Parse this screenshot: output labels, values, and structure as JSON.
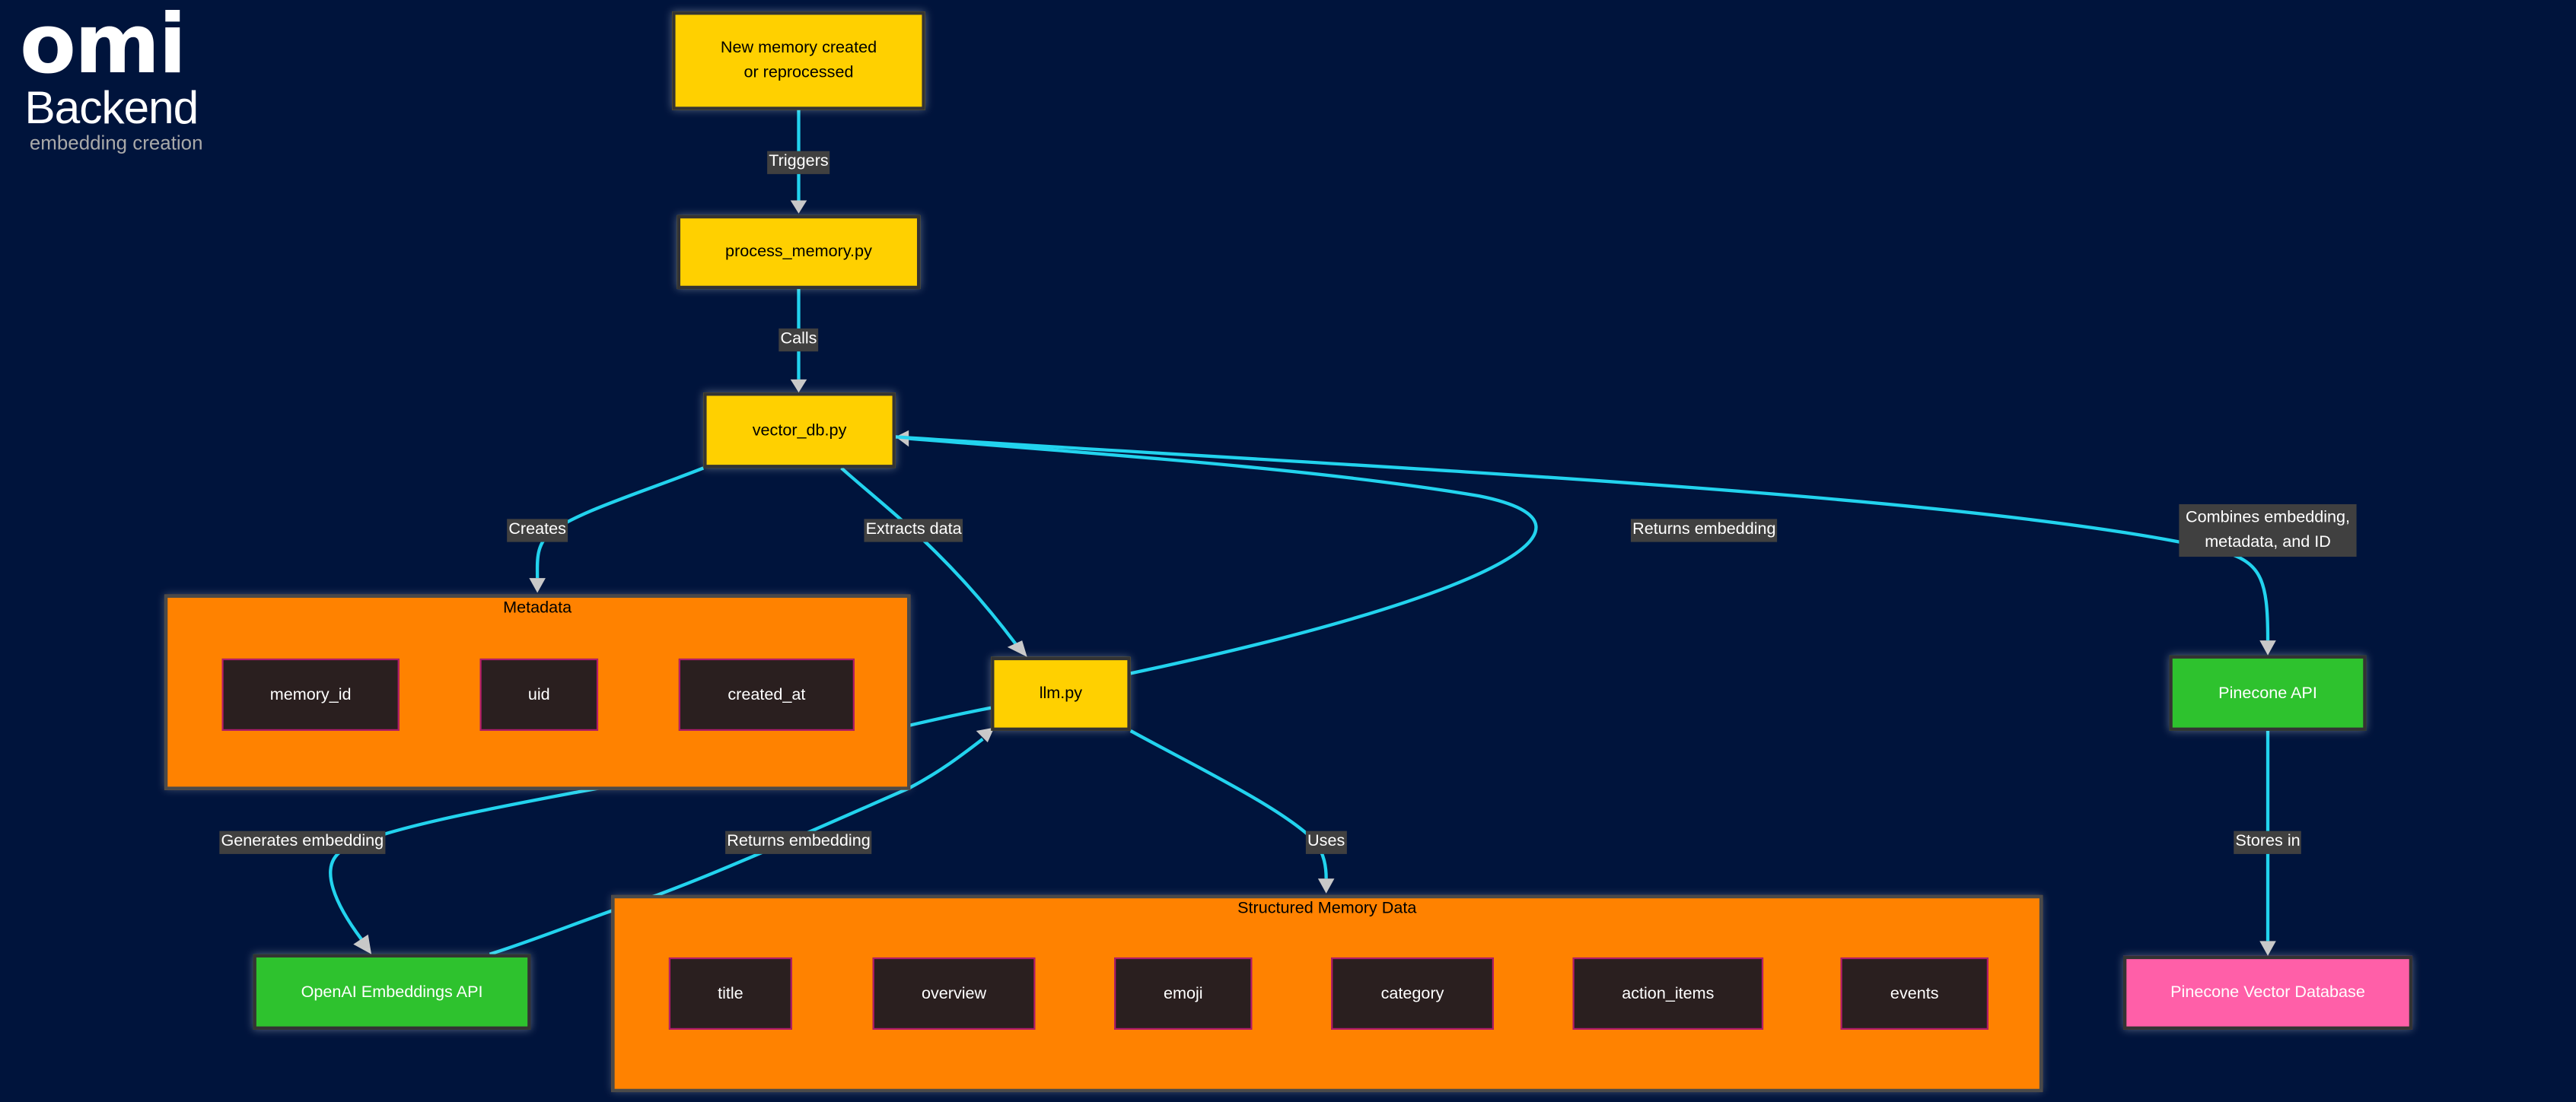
{
  "logo": {
    "brand": "omi",
    "product": "Backend",
    "tagline": "embedding creation"
  },
  "colors": {
    "background": "#00143c",
    "process_node": "#ffd000",
    "api_node": "#2ec22e",
    "database_node": "#ff5fa8",
    "group_fill": "#ff8200",
    "field_node": "#2a1f1f",
    "edge": "#22d3ee",
    "edge_label_bg": "#404040"
  },
  "nodes": {
    "new_memory": "New memory created\nor reprocessed",
    "process_memory": "process_memory.py",
    "vector_db": "vector_db.py",
    "llm": "llm.py",
    "openai_api": "OpenAI Embeddings API",
    "pinecone_api": "Pinecone API",
    "pinecone_db": "Pinecone Vector Database"
  },
  "groups": {
    "metadata": {
      "title": "Metadata",
      "fields": [
        "memory_id",
        "uid",
        "created_at"
      ]
    },
    "structured": {
      "title": "Structured Memory Data",
      "fields": [
        "title",
        "overview",
        "emoji",
        "category",
        "action_items",
        "events"
      ]
    }
  },
  "edges": {
    "triggers": "Triggers",
    "calls": "Calls",
    "creates": "Creates",
    "extracts_data": "Extracts data",
    "returns_embedding_top": "Returns embedding",
    "combines": "Combines embedding,\nmetadata, and ID",
    "generates_embedding": "Generates embedding",
    "returns_embedding_bottom": "Returns embedding",
    "uses": "Uses",
    "stores_in": "Stores in"
  }
}
